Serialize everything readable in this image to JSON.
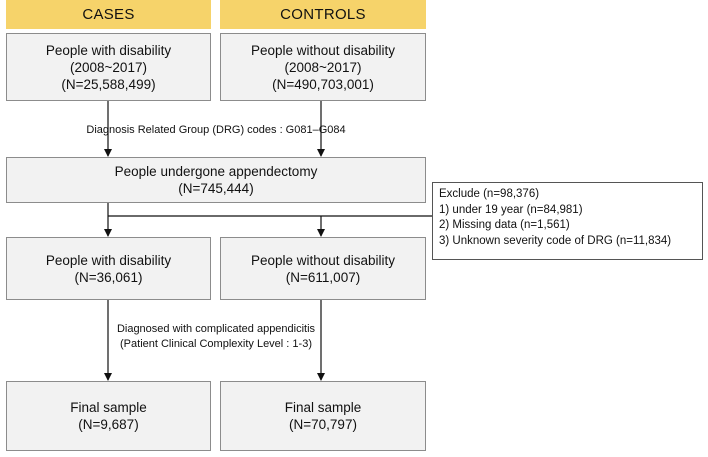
{
  "headers": {
    "cases": "CASES",
    "controls": "CONTROLS"
  },
  "row1": {
    "cases": {
      "title": "People with disability",
      "years": "(2008~2017)",
      "n": "(N=25,588,499)"
    },
    "controls": {
      "title": "People without disability",
      "years": "(2008~2017)",
      "n": "(N=490,703,001)"
    }
  },
  "drg_note": "Diagnosis Related Group (DRG) codes : G081–G084",
  "appendectomy": {
    "title": "People undergone appendectomy",
    "n": "(N=745,444)"
  },
  "exclude": {
    "title": "Exclude (n=98,376)",
    "items": [
      "1) under 19 year (n=84,981)",
      "2) Missing data (n=1,561)",
      "3) Unknown severity code of DRG (n=11,834)"
    ]
  },
  "row3": {
    "cases": {
      "title": "People with disability",
      "n": "(N=36,061)"
    },
    "controls": {
      "title": "People without disability",
      "n": "(N=611,007)"
    }
  },
  "complicated_note": {
    "line1": "Diagnosed with complicated  appendicitis",
    "line2": "(Patient Clinical Complexity Level : 1-3)"
  },
  "final": {
    "cases": {
      "title": "Final sample",
      "n": "(N=9,687)"
    },
    "controls": {
      "title": "Final sample",
      "n": "(N=70,797)"
    }
  },
  "colors": {
    "header_fill": "#f6d36a",
    "box_fill": "#f2f2f2",
    "box_border": "#8c8c8c"
  }
}
